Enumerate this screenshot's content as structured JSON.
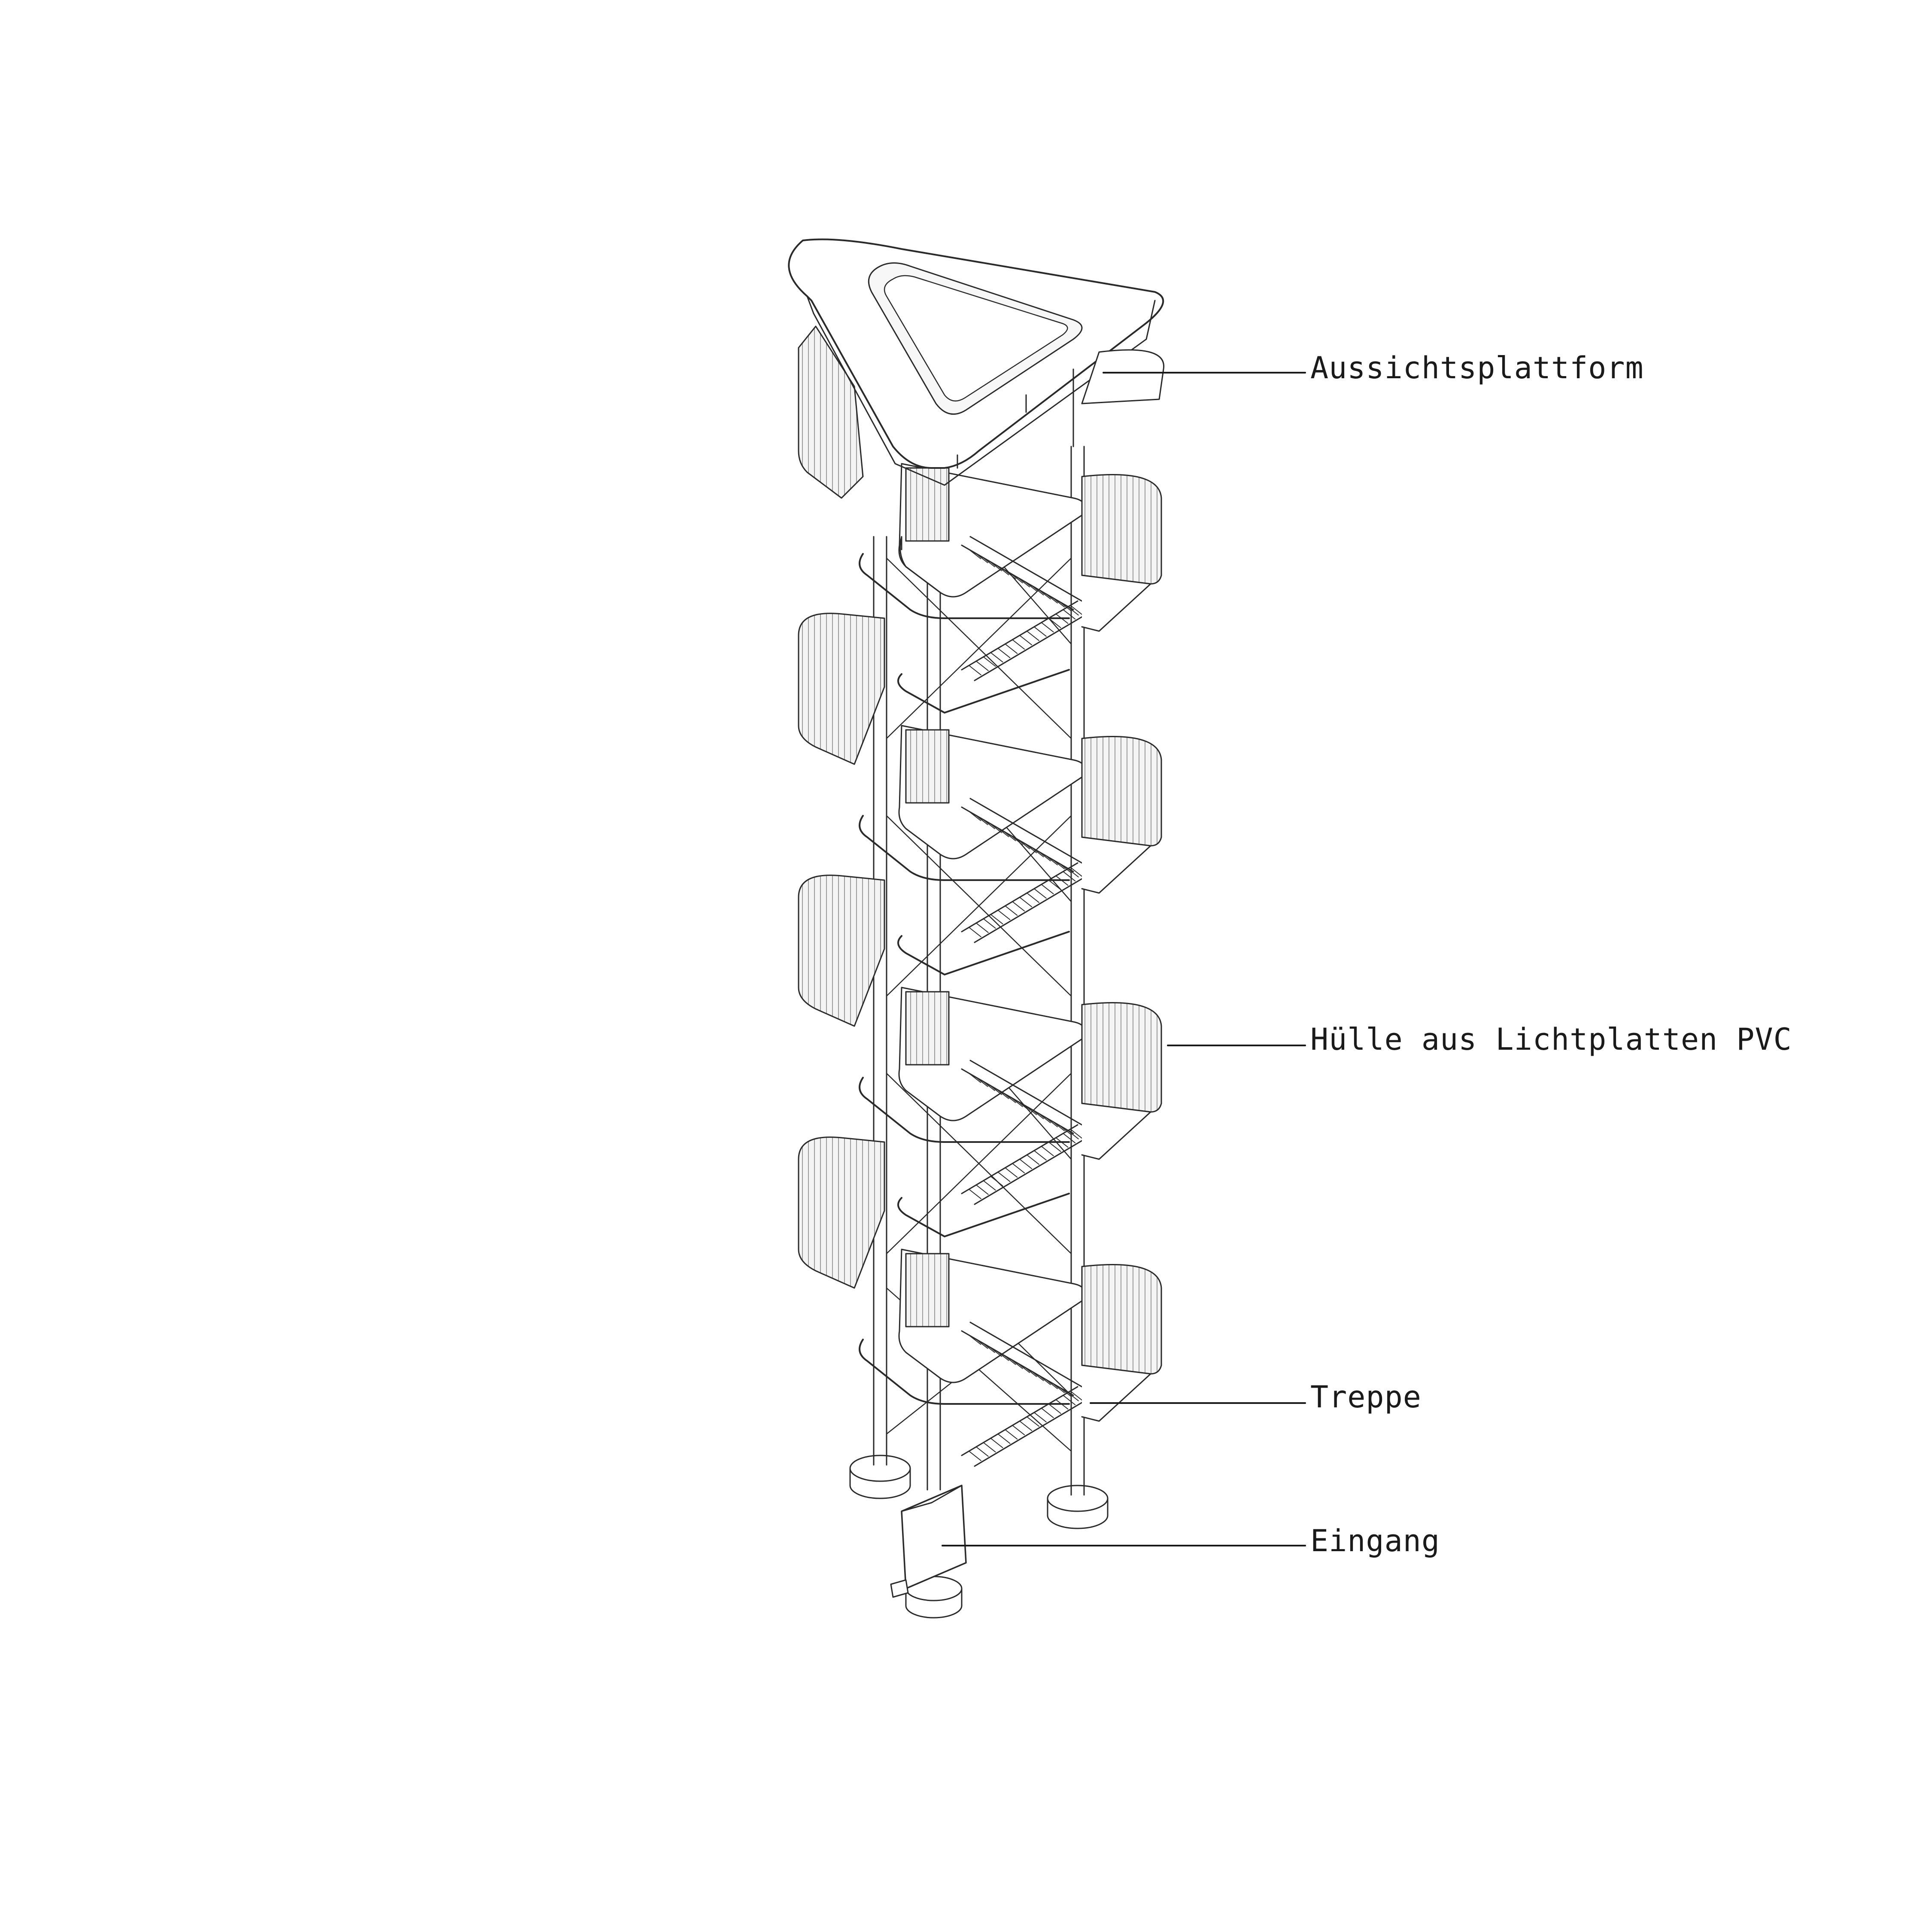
{
  "labels": {
    "platform": "Aussichtsplattform",
    "envelope": "Hülle aus Lichtplatten PVC",
    "stairs": "Treppe",
    "entrance": "Eingang"
  },
  "colors": {
    "line": "#2a2a2a",
    "fill": "#ffffff",
    "shade": "#e6e6e6",
    "leader": "#1a1a1a"
  }
}
